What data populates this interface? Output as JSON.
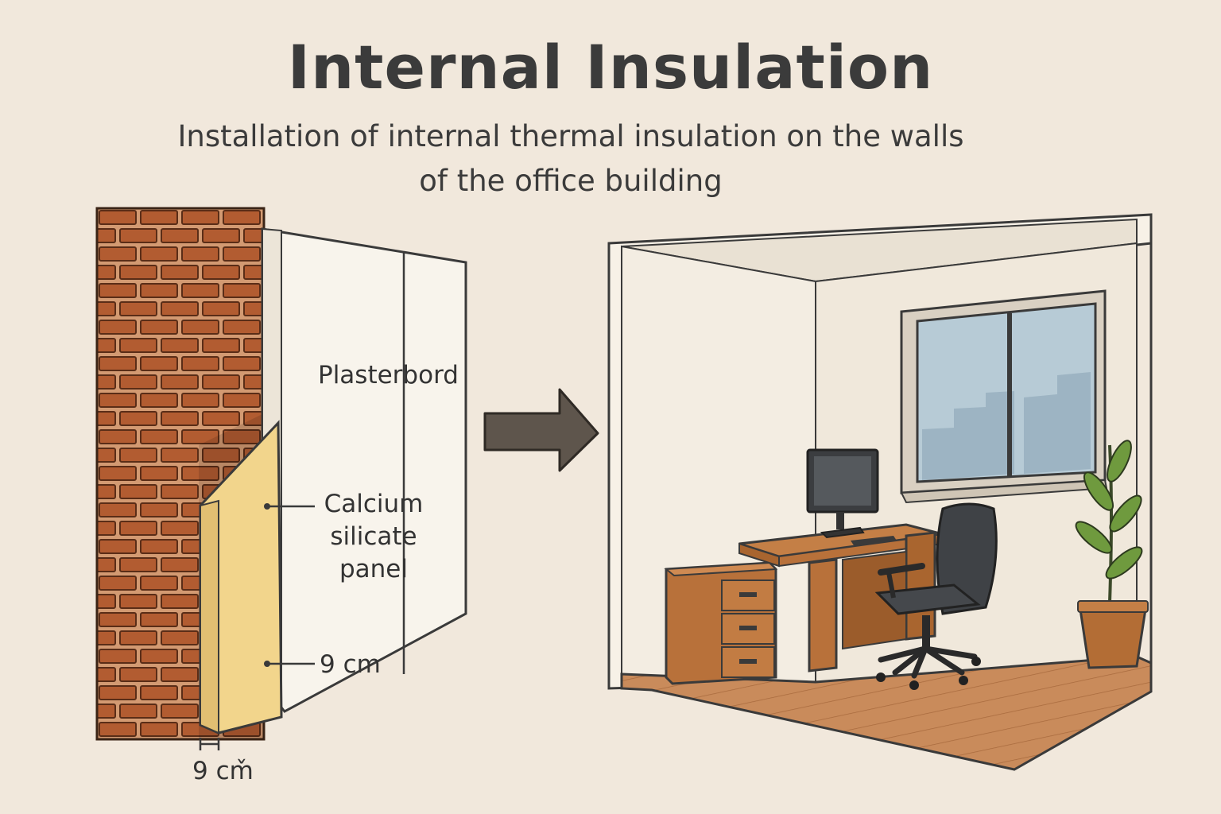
{
  "title": "Internal Insulation",
  "subtitle": {
    "line1": "Installation of internal thermal insulation on the walls",
    "line2": "of the office building"
  },
  "labels": {
    "plasterboard": "Plasterbord",
    "calcium_l1": "Calcium",
    "calcium_l2": "silicate",
    "calcium_l3": "panel",
    "thickness_panel": "9 cm",
    "thickness_bottom": "9 cm̌"
  },
  "colors": {
    "background": "#f1e8dc",
    "brick": "#b25c31",
    "mortar": "#d9a47d",
    "insulation": "#f2d58c",
    "plasterboard": "#f8f4ec",
    "arrow": "#5e554c",
    "floor": "#c9895a",
    "wood": "#b36d35"
  },
  "icons": [
    "arrow-right-icon",
    "monitor-icon",
    "office-chair-icon",
    "plant-icon"
  ]
}
